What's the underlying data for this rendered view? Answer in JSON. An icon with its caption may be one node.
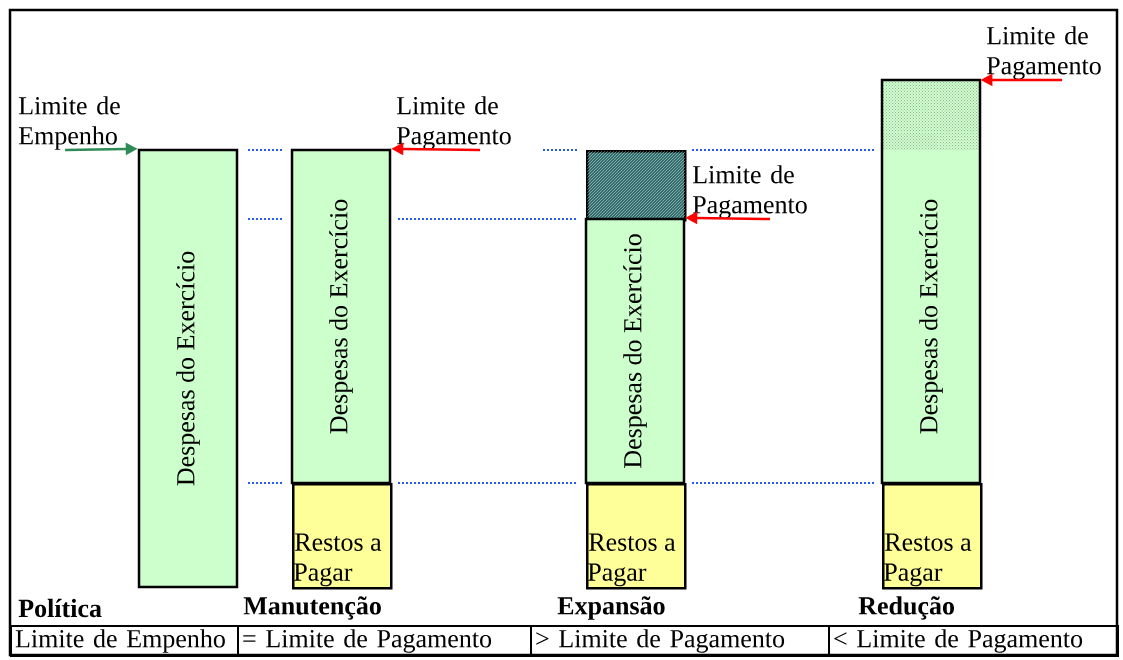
{
  "diagram": {
    "nodes": [
      {
        "text": [
          "Limite de Empenho"
        ]
      },
      {
        "text": [
          "Despesas do Exercício"
        ]
      },
      {
        "text": [
          "Limite de Pagamento"
        ]
      },
      {
        "text": [
          "Despesas do Exercício"
        ]
      },
      {
        "text": [
          "Restos a Pagar"
        ]
      },
      {
        "text": [],
        "shape": "box"
      },
      {
        "text": [
          "Despesas do Exercício"
        ]
      },
      {
        "text": [
          "Restos a Pagar"
        ]
      },
      {
        "text": [
          "Limite de Pagamento"
        ]
      },
      {
        "text": [],
        "shape": "box"
      },
      {
        "text": [
          "Despesas do Exercício"
        ]
      },
      {
        "text": [
          "Restos a Pagar"
        ]
      },
      {
        "text": [
          "Limite de Pagamento"
        ]
      }
    ],
    "edges": [
      {
        "from": 0,
        "to": 1,
        "arrow": "to",
        "color": "#2e8b57"
      },
      {
        "from": 2,
        "to": 3,
        "arrow": "to"
      },
      {
        "from": 8,
        "to": 6,
        "arrow": "to"
      },
      {
        "from": 12,
        "to": 9,
        "arrow": "to"
      }
    ],
    "labels": [
      "Política",
      "Manutenção",
      "Expansão",
      "Redução",
      "Limite de Empenho",
      "= Limite de Pagamento",
      "> Limite de Pagamento",
      "< Limite de Pagamento"
    ]
  }
}
